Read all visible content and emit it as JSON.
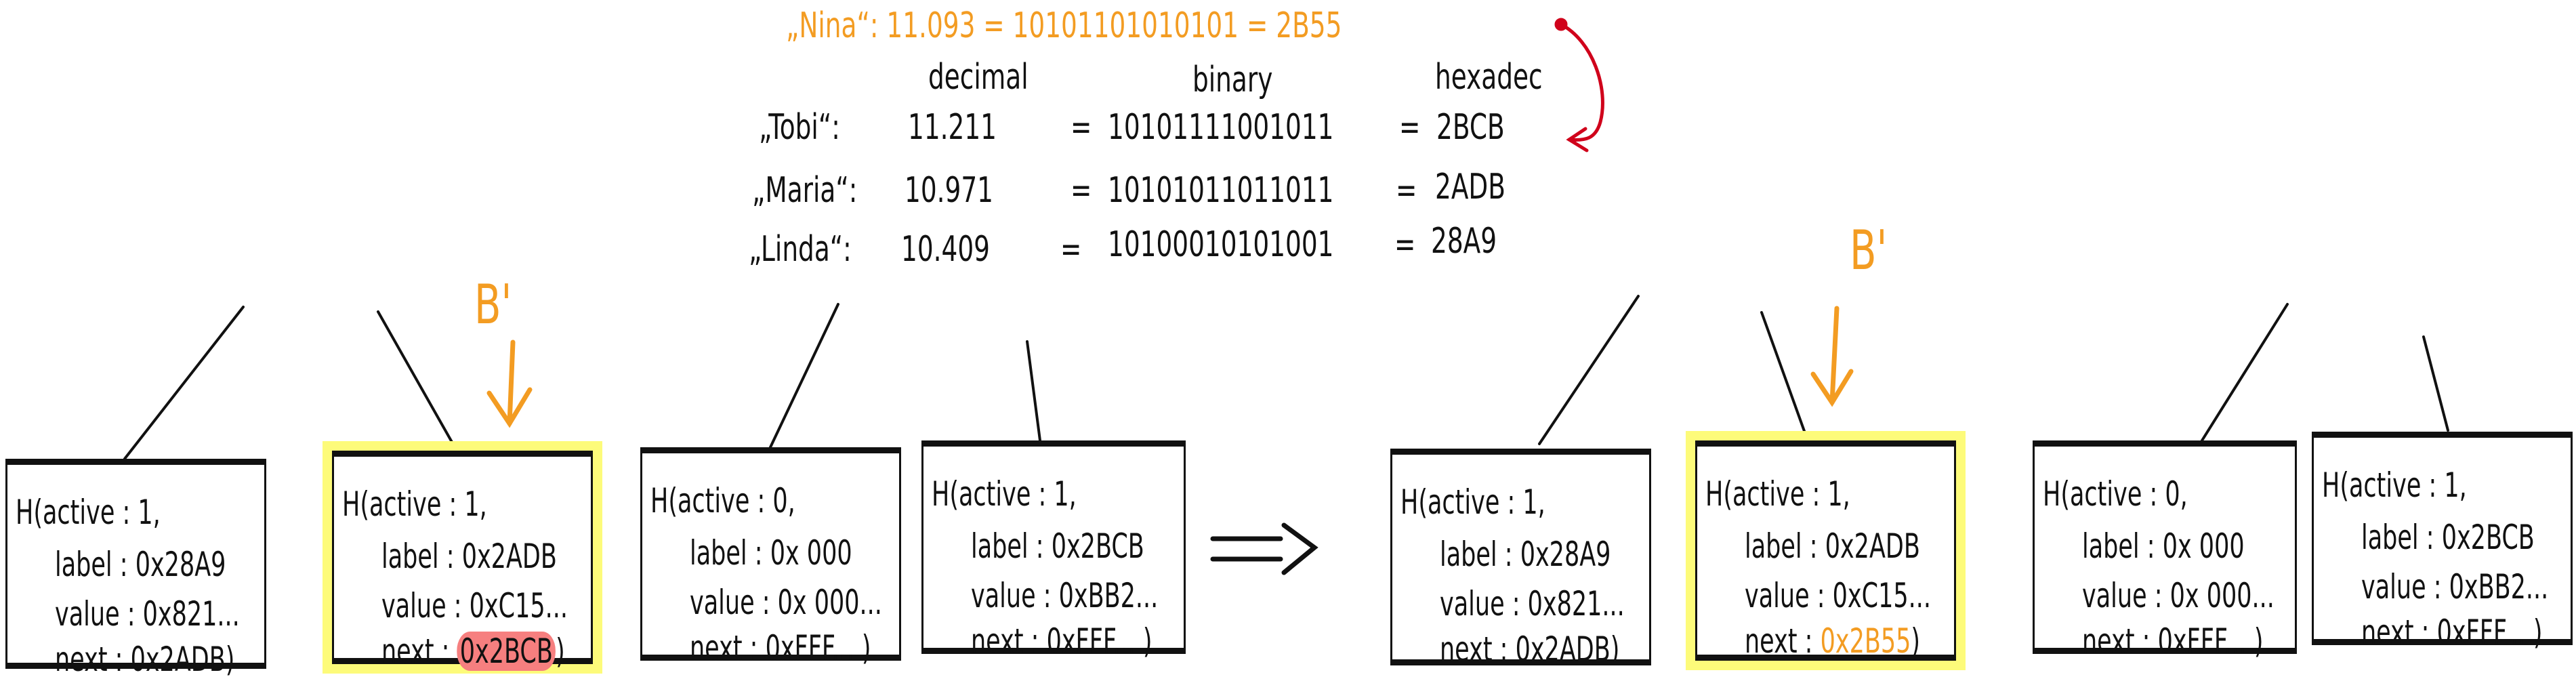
{
  "conversion": {
    "new_entry": {
      "name": "„Nina“:",
      "decimal": "11.093",
      "eq1": "=",
      "binary": "10101101010101",
      "eq2": "=",
      "hex": "2B55"
    },
    "headers": {
      "decimal": "decimal",
      "binary": "binary",
      "hex": "hexadec"
    },
    "rows": [
      {
        "name": "„Tobi“:",
        "decimal": "11.211",
        "eq1": "=",
        "binary": "10101111001011",
        "eq2": "=",
        "hex": "2BCB"
      },
      {
        "name": "„Maria“:",
        "decimal": "10.971",
        "eq1": "=",
        "binary": "10101011011011",
        "eq2": "=",
        "hex": "2ADB"
      },
      {
        "name": "„Linda“:",
        "decimal": "10.409",
        "eq1": "=",
        "binary": "10100010101001",
        "eq2": "=",
        "hex": "28A9"
      }
    ]
  },
  "pointer_label": "B'",
  "transition_arrow": "==>",
  "before": [
    {
      "l0": "H(active : 1,",
      "l1": "label : 0x28A9",
      "l2": "value : 0x821...",
      "l3": "next : 0x2ADB)"
    },
    {
      "l0": "H(active : 1,",
      "l1": "label : 0x2ADB",
      "l2": "value : 0xC15...",
      "l3pre": "next : ",
      "l3": "0x2BCB",
      "l3post": ")"
    },
    {
      "l0": "H(active : 0,",
      "l1": "label : 0x 000",
      "l2": "value : 0x 000...",
      "l3": "next : 0xFFF... )"
    },
    {
      "l0": "H(active : 1,",
      "l1": "label : 0x2BCB",
      "l2": "value : 0xBB2...",
      "l3": "next : 0xFFF... )"
    }
  ],
  "after": [
    {
      "l0": "H(active : 1,",
      "l1": "label : 0x28A9",
      "l2": "value : 0x821...",
      "l3": "next : 0x2ADB)"
    },
    {
      "l0": "H(active : 1,",
      "l1": "label : 0x2ADB",
      "l2": "value : 0xC15...",
      "l3pre": "next : ",
      "l3": "0x2B55",
      "l3post": ")"
    },
    {
      "l0": "H(active : 0,",
      "l1": "label : 0x 000",
      "l2": "value : 0x 000...",
      "l3": "next : 0xFFF... )"
    },
    {
      "l0": "H(active : 1,",
      "l1": "label : 0x2BCB",
      "l2": "value : 0xBB2...",
      "l3": "next : 0xFFF... )"
    }
  ],
  "colors": {
    "ink": "#111111",
    "orange": "#f39c22",
    "red": "#d0021b",
    "highlight": "#fdfb7a",
    "strike": "#f67f7f"
  }
}
